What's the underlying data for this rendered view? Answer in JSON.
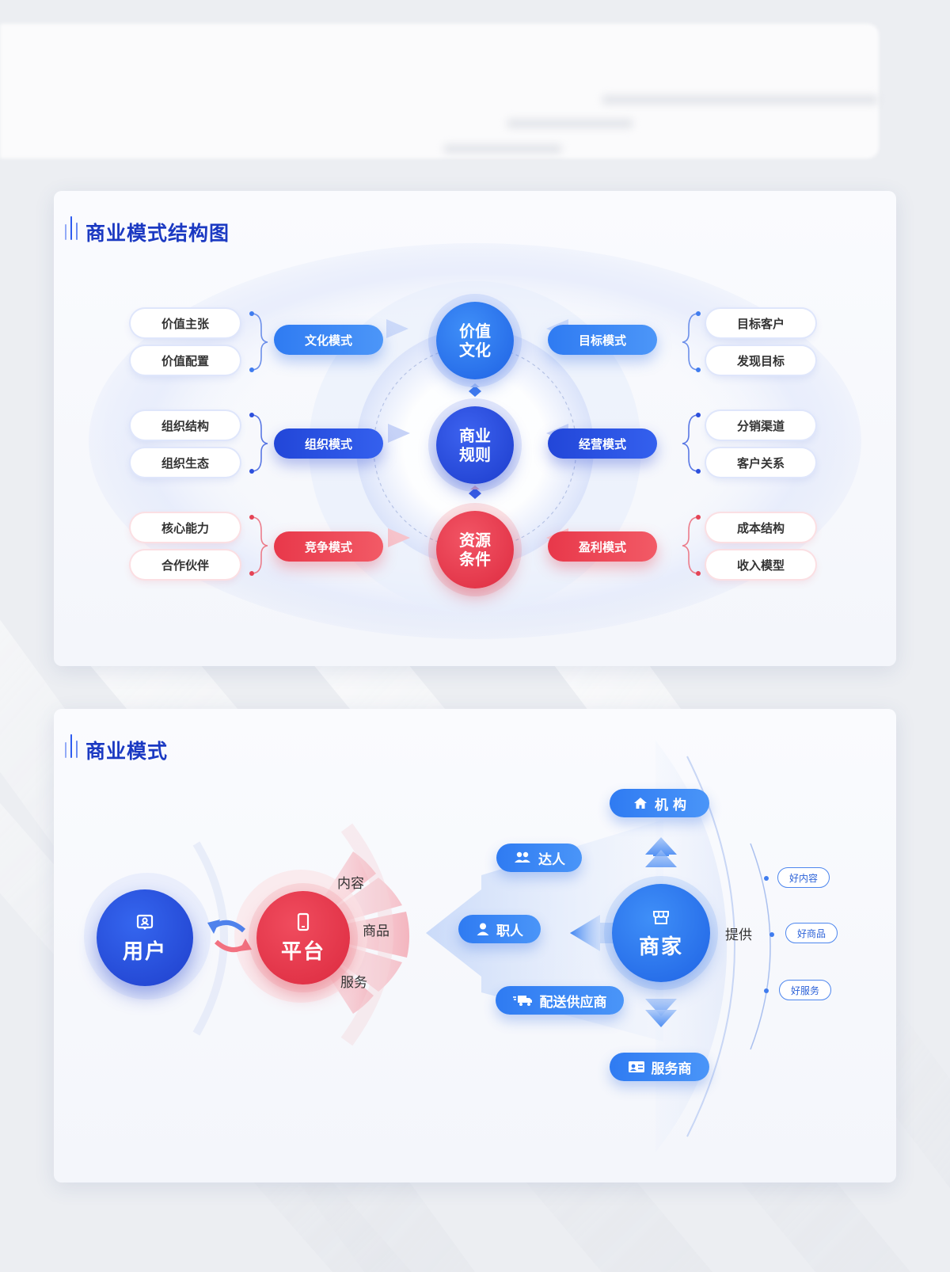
{
  "colors": {
    "title_blue": "#1b39c2",
    "blue_light": "#3f8ff8",
    "blue_dark": "#1c3ccc",
    "red": "#e8384a"
  },
  "diagram1": {
    "title": "商业模式结构图",
    "center": [
      {
        "lines": [
          "价值",
          "文化"
        ],
        "color": "blue-light"
      },
      {
        "lines": [
          "商业",
          "规则"
        ],
        "color": "blue-dark"
      },
      {
        "lines": [
          "资源",
          "条件"
        ],
        "color": "red"
      }
    ],
    "left_modes": [
      {
        "label": "文化模式",
        "items": [
          "价值主张",
          "价值配置"
        ]
      },
      {
        "label": "组织模式",
        "items": [
          "组织结构",
          "组织生态"
        ]
      },
      {
        "label": "竞争模式",
        "items": [
          "核心能力",
          "合作伙伴"
        ]
      }
    ],
    "right_modes": [
      {
        "label": "目标模式",
        "items": [
          "目标客户",
          "发现目标"
        ]
      },
      {
        "label": "经营模式",
        "items": [
          "分销渠道",
          "客户关系"
        ]
      },
      {
        "label": "盈利模式",
        "items": [
          "成本结构",
          "收入模型"
        ]
      }
    ]
  },
  "diagram2": {
    "title": "商业模式",
    "user": {
      "label": "用户",
      "icon": "user-card-icon"
    },
    "platform": {
      "label": "平台",
      "icon": "phone-icon",
      "sectors": [
        "内容",
        "商品",
        "服务"
      ]
    },
    "merchant": {
      "label": "商家",
      "icon": "store-icon"
    },
    "actors": [
      {
        "label": "机 构",
        "icon": "home-icon"
      },
      {
        "label": "达人",
        "icon": "group-icon"
      },
      {
        "label": "职人",
        "icon": "person-icon"
      },
      {
        "label": "配送供应商",
        "icon": "truck-icon"
      },
      {
        "label": "服务商",
        "icon": "id-card-icon"
      }
    ],
    "provide_label": "提供",
    "provides": [
      "好内容",
      "好商品",
      "好服务"
    ]
  }
}
